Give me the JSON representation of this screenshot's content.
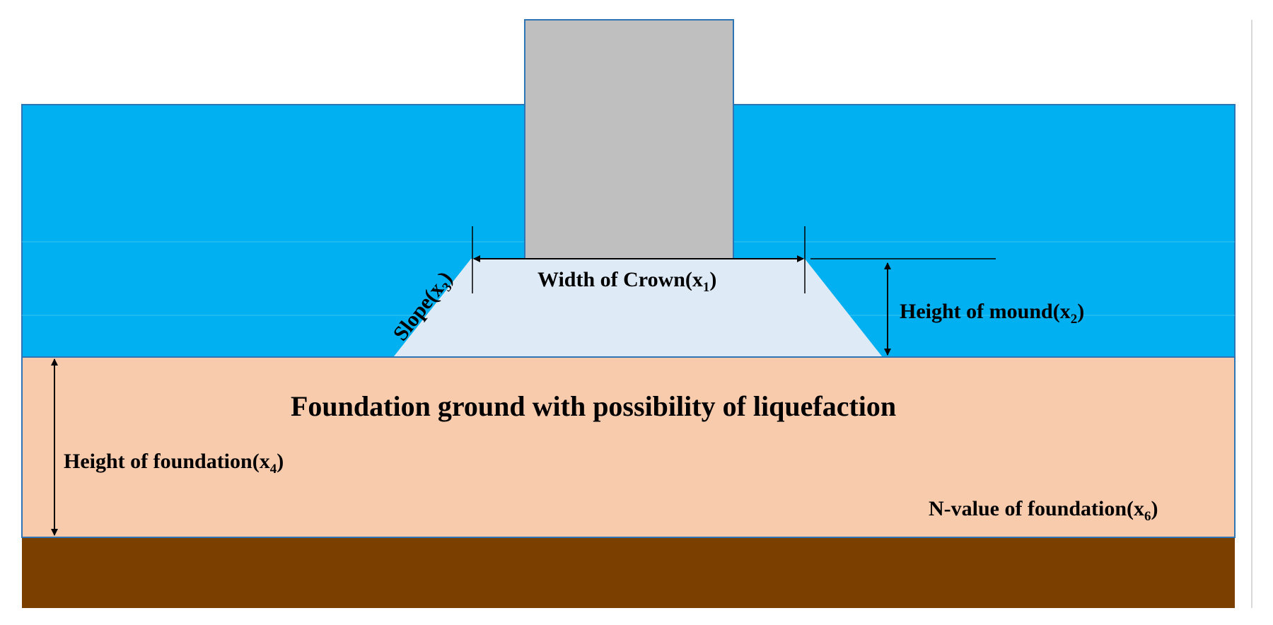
{
  "colors": {
    "water": "#00B0F0",
    "water_border": "#2E75B6",
    "caisson": "#BFBFBF",
    "caisson_border": "#2E75B6",
    "mound": "#DEEBF7",
    "foundation": "#F8CBAD",
    "foundation_border": "#2E75B6",
    "bedrock": "#7B3F00",
    "text": "#000000"
  },
  "labels": {
    "foundation_title": "Foundation ground with possibility of liquefaction",
    "crown": {
      "text": "Width of Crown(x",
      "sub": "1",
      "close": ")"
    },
    "mound": {
      "text": "Height of mound(x",
      "sub": "2",
      "close": ")"
    },
    "slope": {
      "text": "Slope(x",
      "sub": "3",
      "close": ")"
    },
    "foundation_height": {
      "text": "Height of foundation(x",
      "sub": "4",
      "close": ")"
    },
    "n_value": {
      "text": "N-value of foundation(x",
      "sub": "6",
      "close": ")"
    }
  }
}
